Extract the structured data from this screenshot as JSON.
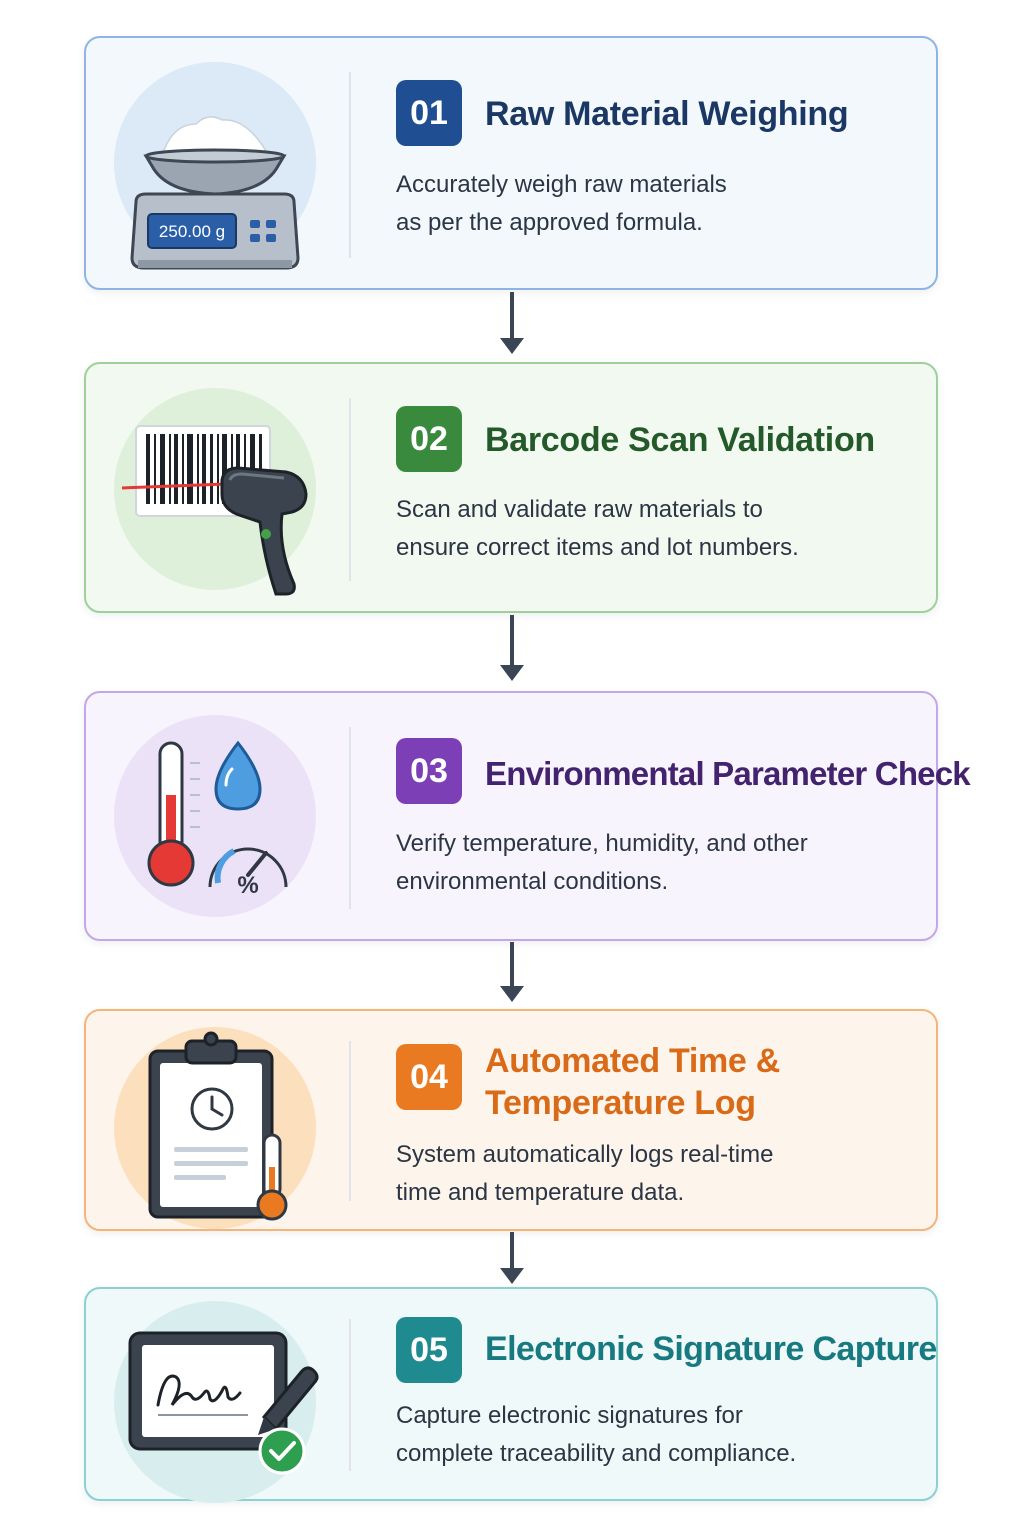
{
  "colors": {
    "step1": "#1f4f92",
    "step2": "#3a8a3d",
    "step3": "#7d3fb6",
    "step4": "#ea7a22",
    "step5": "#1f8a8f",
    "arrow": "#3a4656"
  },
  "steps": [
    {
      "number": "01",
      "title": "Raw Material Weighing",
      "desc_line1": "Accurately weigh raw materials",
      "desc_line2": "as per the approved formula.",
      "icon": "weighing-scale-icon",
      "scale_readout": "250.00 g"
    },
    {
      "number": "02",
      "title": "Barcode Scan Validation",
      "desc_line1": "Scan and validate raw materials to",
      "desc_line2": "ensure correct items and lot numbers.",
      "icon": "barcode-scanner-icon"
    },
    {
      "number": "03",
      "title": "Environmental Parameter Check",
      "desc_line1": "Verify temperature, humidity, and other",
      "desc_line2": "environmental conditions.",
      "icon": "thermometer-humidity-icon",
      "gauge_symbol": "%"
    },
    {
      "number": "04",
      "title": "Automated Time & Temperature Log",
      "desc_line1": "System automatically logs real-time",
      "desc_line2": "time and temperature data.",
      "icon": "clipboard-clock-icon"
    },
    {
      "number": "05",
      "title": "Electronic Signature Capture",
      "desc_line1": "Capture electronic signatures for",
      "desc_line2": "complete traceability and compliance.",
      "icon": "signature-pad-icon"
    }
  ]
}
